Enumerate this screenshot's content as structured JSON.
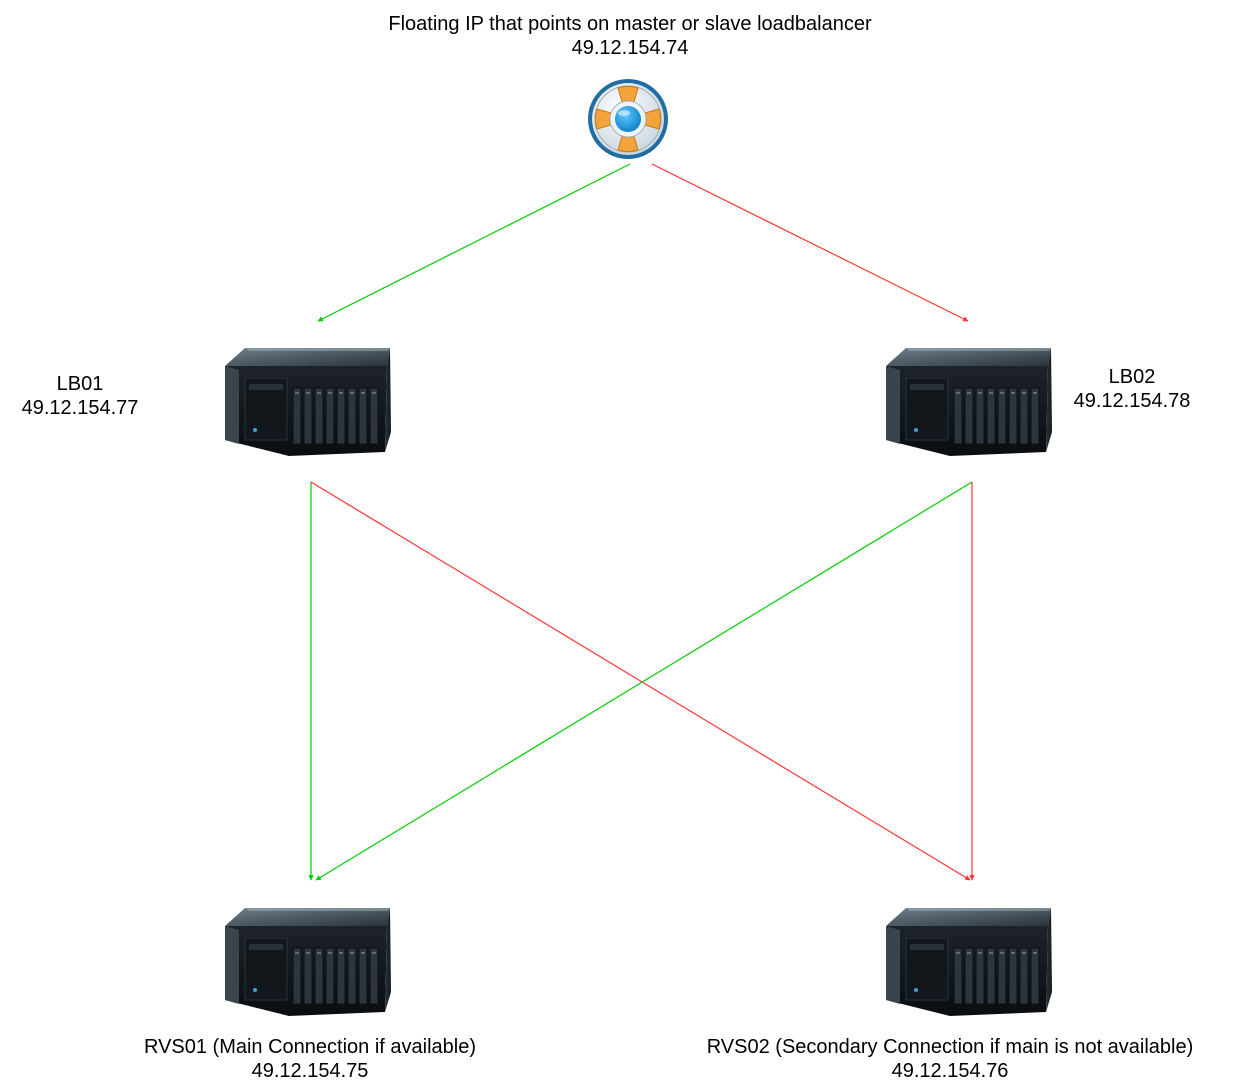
{
  "floating_ip": {
    "label": "Floating IP that points on master or slave loadbalancer",
    "ip": "49.12.154.74",
    "icon": "lifebuoy-icon"
  },
  "nodes": [
    {
      "id": "lb01",
      "name": "LB01",
      "ip": "49.12.154.77",
      "icon": "server-icon"
    },
    {
      "id": "lb02",
      "name": "LB02",
      "ip": "49.12.154.78",
      "icon": "server-icon"
    },
    {
      "id": "rvs01",
      "name": "RVS01 (Main Connection if available)",
      "ip": "49.12.154.75",
      "icon": "server-icon"
    },
    {
      "id": "rvs02",
      "name": "RVS02 (Secondary Connection if main is not available)",
      "ip": "49.12.154.76",
      "icon": "server-icon"
    }
  ],
  "edges": [
    {
      "from": "floating_ip",
      "to": "lb01",
      "color": "#00cc00"
    },
    {
      "from": "floating_ip",
      "to": "lb02",
      "color": "#ff3333"
    },
    {
      "from": "lb01",
      "to": "rvs01",
      "color": "#00cc00"
    },
    {
      "from": "lb01",
      "to": "rvs02",
      "color": "#ff3333"
    },
    {
      "from": "lb02",
      "to": "rvs01",
      "color": "#00cc00"
    },
    {
      "from": "lb02",
      "to": "rvs02",
      "color": "#ff3333"
    }
  ]
}
